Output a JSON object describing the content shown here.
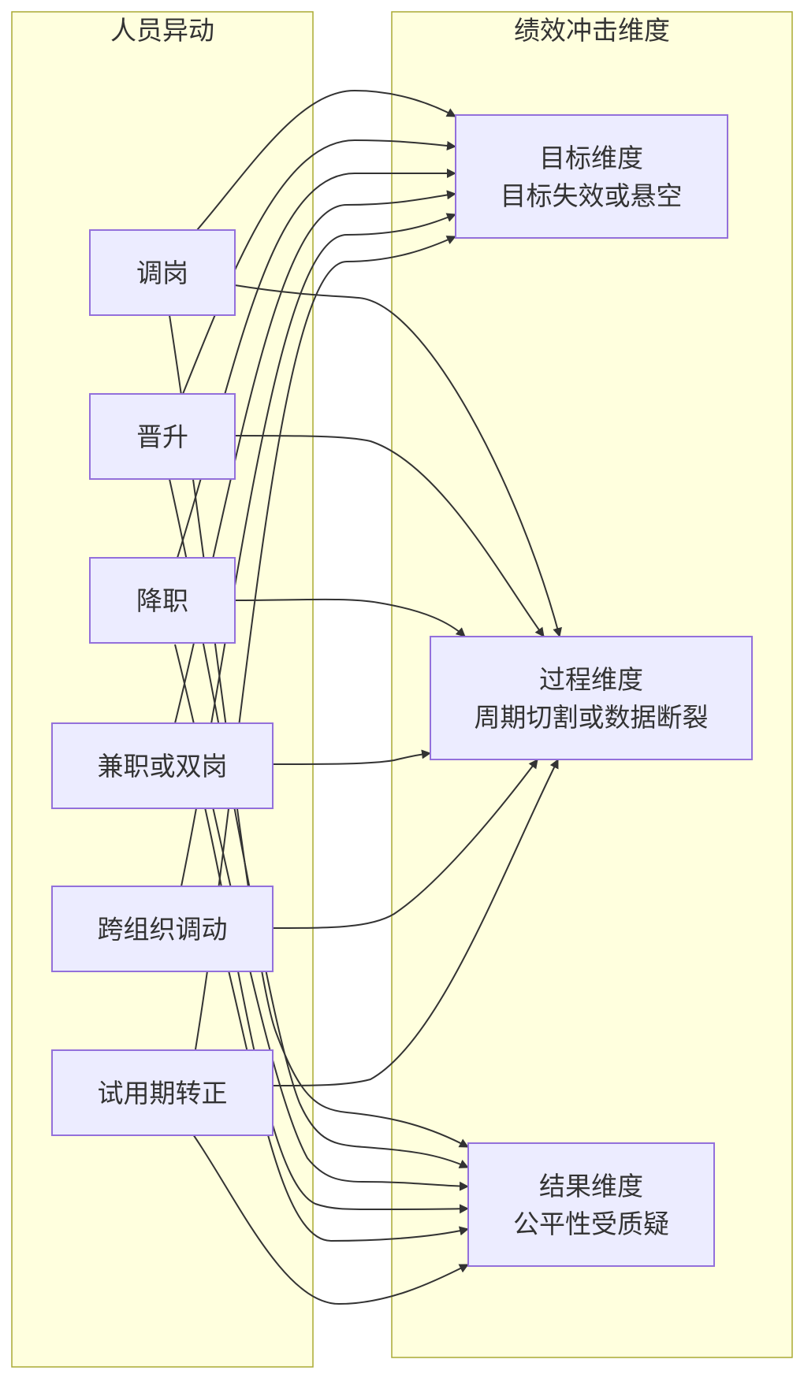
{
  "clusters": {
    "left": {
      "title": "人员异动"
    },
    "right": {
      "title": "绩效冲击维度"
    }
  },
  "nodes": {
    "move": {
      "label": "调岗"
    },
    "promote": {
      "label": "晋升"
    },
    "demote": {
      "label": "降职"
    },
    "dual": {
      "label": "兼职或双岗"
    },
    "crossorg": {
      "label": "跨组织调动"
    },
    "probation": {
      "label": "试用期转正"
    },
    "goal": {
      "line1": "目标维度",
      "line2": "目标失效或悬空"
    },
    "process": {
      "line1": "过程维度",
      "line2": "周期切割或数据断裂"
    },
    "result": {
      "line1": "结果维度",
      "line2": "公平性受质疑"
    }
  },
  "edges": [
    {
      "from": "move",
      "to": "goal"
    },
    {
      "from": "move",
      "to": "process"
    },
    {
      "from": "move",
      "to": "result"
    },
    {
      "from": "promote",
      "to": "goal"
    },
    {
      "from": "promote",
      "to": "process"
    },
    {
      "from": "promote",
      "to": "result"
    },
    {
      "from": "demote",
      "to": "goal"
    },
    {
      "from": "demote",
      "to": "process"
    },
    {
      "from": "demote",
      "to": "result"
    },
    {
      "from": "dual",
      "to": "goal"
    },
    {
      "from": "dual",
      "to": "process"
    },
    {
      "from": "dual",
      "to": "result"
    },
    {
      "from": "crossorg",
      "to": "goal"
    },
    {
      "from": "crossorg",
      "to": "process"
    },
    {
      "from": "crossorg",
      "to": "result"
    },
    {
      "from": "probation",
      "to": "goal"
    },
    {
      "from": "probation",
      "to": "process"
    },
    {
      "from": "probation",
      "to": "result"
    }
  ]
}
